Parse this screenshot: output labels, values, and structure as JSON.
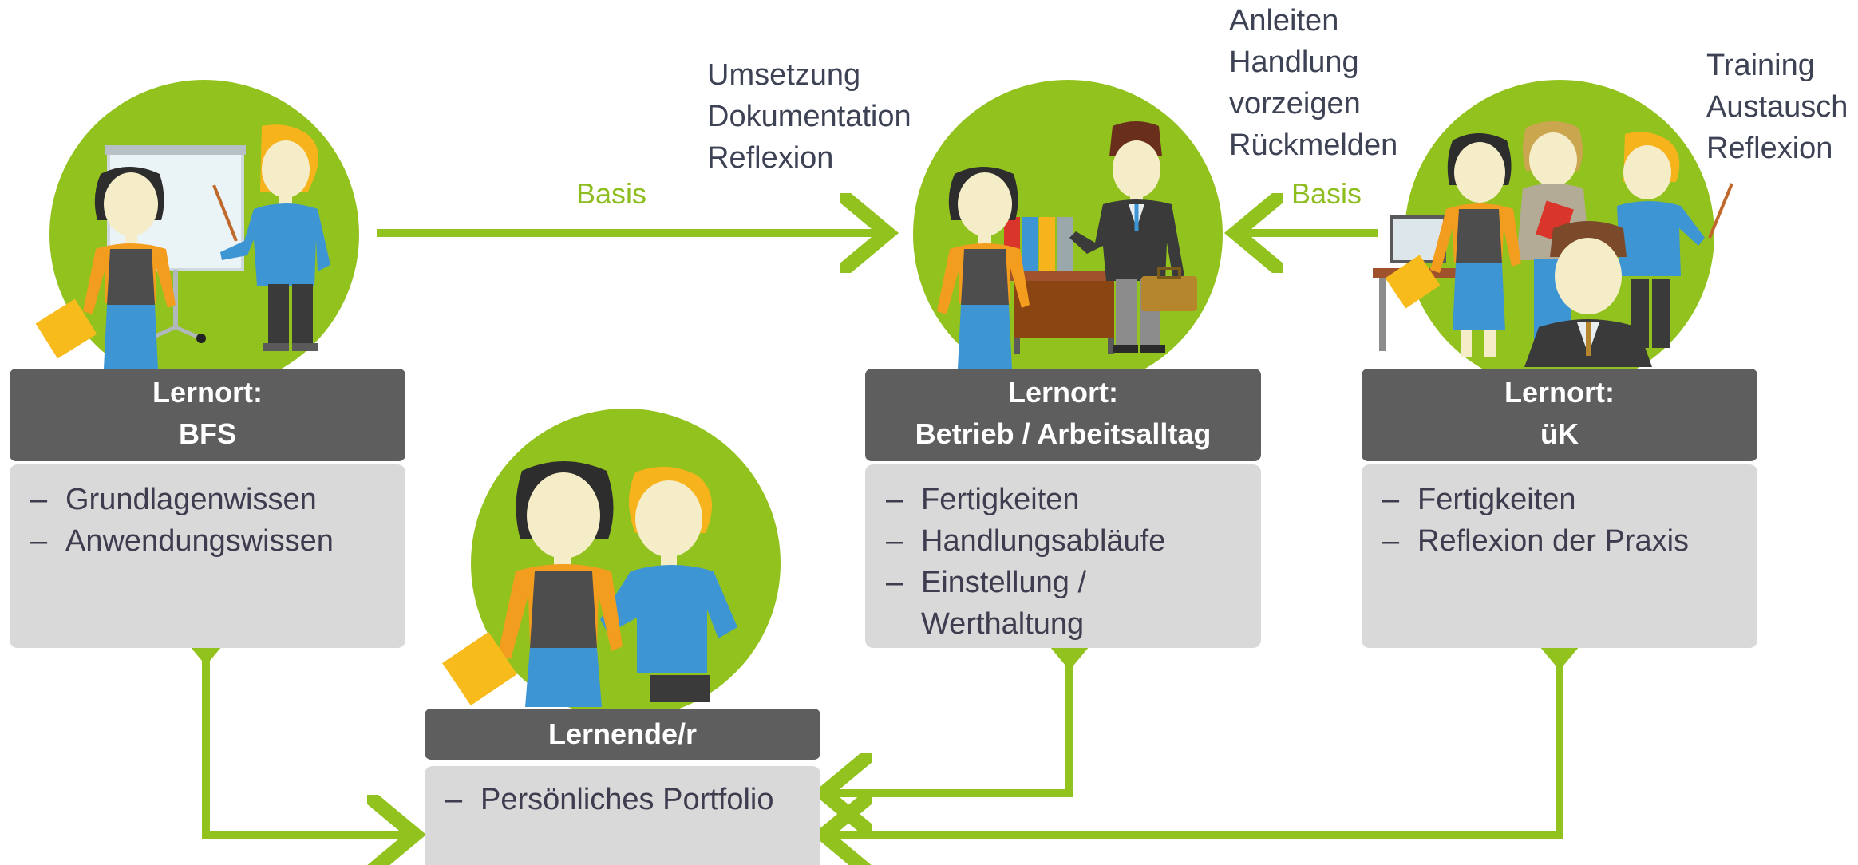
{
  "colors": {
    "accent_green": "#92c21e",
    "header_gray": "#5e5e5e",
    "body_gray": "#d9d9d9",
    "text": "#3d4254"
  },
  "nodes": {
    "bfs": {
      "title_line1": "Lernort:",
      "title_line2": "BFS",
      "items": [
        "Grundlagenwissen",
        "Anwendungswissen"
      ]
    },
    "betrieb": {
      "title_line1": "Lernort:",
      "title_line2": "Betrieb / Arbeitsalltag",
      "items": [
        "Fertigkeiten",
        "Handlungsabläufe",
        "Einstellung /",
        "Werthaltung"
      ]
    },
    "uek": {
      "title_line1": "Lernort:",
      "title_line2": "üK",
      "items": [
        "Fertigkeiten",
        "Reflexion der Praxis"
      ]
    },
    "lernende": {
      "title": "Lernende/r",
      "items": [
        "Persönliches Portfolio"
      ]
    }
  },
  "notes": {
    "bfs_to_betrieb": [
      "Umsetzung",
      "Dokumentation",
      "Reflexion"
    ],
    "betrieb_from_uek": [
      "Anleiten",
      "Handlung",
      "vorzeigen",
      "Rückmelden"
    ],
    "uek": [
      "Training",
      "Austausch",
      "Reflexion"
    ]
  },
  "arrows": {
    "basis_left": "Basis",
    "basis_right": "Basis"
  },
  "illustrations": {
    "bfs": "teacher-presenting-to-learner-icon",
    "betrieb": "supervisor-with-learner-at-office-icon",
    "uek": "group-training-icon",
    "lernende": "learner-with-coach-icon"
  }
}
